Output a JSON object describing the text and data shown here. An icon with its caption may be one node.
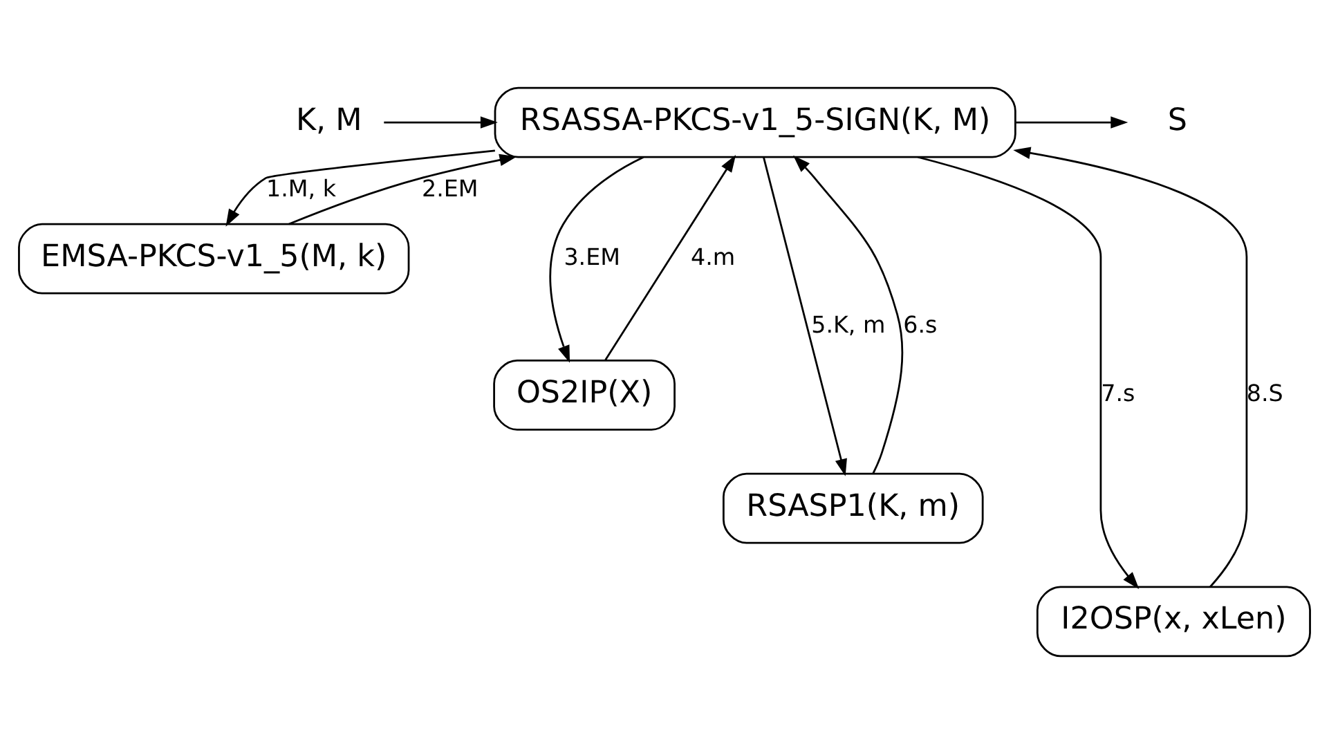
{
  "diagram": {
    "nodes": [
      {
        "text": [
          "K, M"
        ]
      },
      {
        "text": [
          "RSASSA-PKCS-v1_5-SIGN(K, M)"
        ]
      },
      {
        "text": [
          "S"
        ]
      },
      {
        "text": [
          "EMSA-PKCS-v1_5(M, k)"
        ]
      },
      {
        "text": [
          "OS2IP(X)"
        ]
      },
      {
        "text": [
          "RSASP1(K, m)"
        ]
      },
      {
        "text": [
          "I2OSP(x, xLen)"
        ]
      }
    ],
    "edges": [
      {
        "from": 0,
        "to": 1,
        "arrow": "to"
      },
      {
        "from": 1,
        "to": 2,
        "arrow": "to"
      },
      {
        "from": 1,
        "to": 3,
        "arrow": "to",
        "label": "1.M, k"
      },
      {
        "from": 3,
        "to": 1,
        "arrow": "to",
        "label": "2.EM"
      },
      {
        "from": 1,
        "to": 4,
        "arrow": "to",
        "label": "3.EM"
      },
      {
        "from": 4,
        "to": 1,
        "arrow": "to",
        "label": "4.m"
      },
      {
        "from": 1,
        "to": 5,
        "arrow": "to",
        "label": "5.K, m"
      },
      {
        "from": 5,
        "to": 1,
        "arrow": "to",
        "label": "6.s"
      },
      {
        "from": 1,
        "to": 6,
        "arrow": "to",
        "label": "7.s"
      },
      {
        "from": 6,
        "to": 1,
        "arrow": "to",
        "label": "8.S"
      }
    ]
  }
}
